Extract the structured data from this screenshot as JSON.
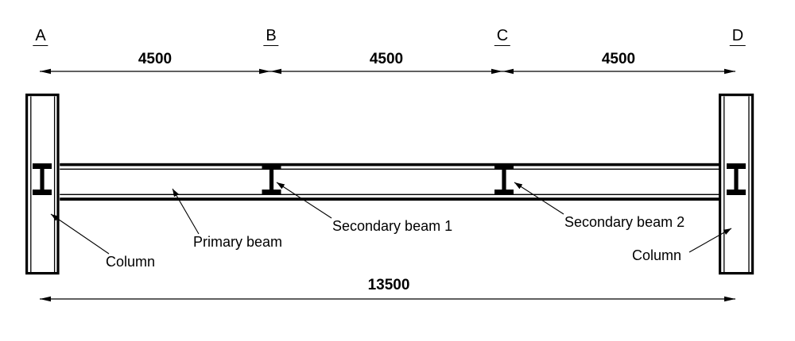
{
  "drawing": {
    "type": "structural-elevation",
    "grid": {
      "labels": [
        "A",
        "B",
        "C",
        "D"
      ]
    },
    "dimensions": {
      "spans": [
        "4500",
        "4500",
        "4500"
      ],
      "total": "13500"
    },
    "annotations": {
      "column_left": "Column",
      "primary_beam": "Primary beam",
      "secondary_beam_1": "Secondary beam 1",
      "secondary_beam_2": "Secondary beam 2",
      "column_right": "Column"
    },
    "colors": {
      "line": "#000000",
      "background": "#ffffff"
    }
  }
}
